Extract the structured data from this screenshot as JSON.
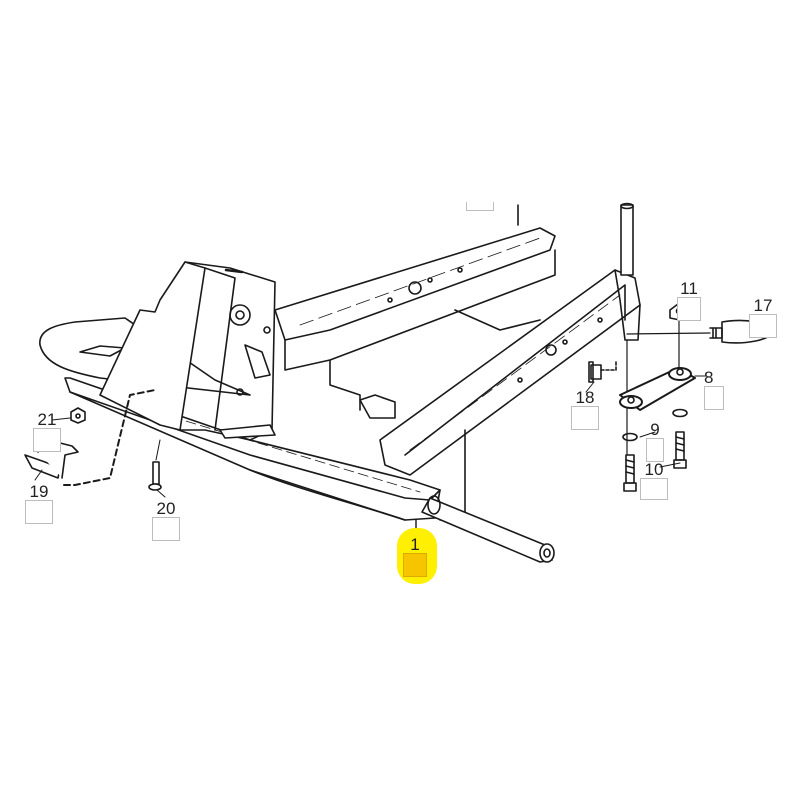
{
  "diagram": {
    "type": "exploded-parts-diagram",
    "subject": "front axle / chassis frame assembly",
    "highlight_color": "#ffef00",
    "highlight_box_color": "#f7c400",
    "line_color": "#1a1a1a",
    "callouts": [
      {
        "id": "c1",
        "label": "1",
        "highlighted": true
      },
      {
        "id": "c8",
        "label": "8"
      },
      {
        "id": "c9",
        "label": "9"
      },
      {
        "id": "c10",
        "label": "10"
      },
      {
        "id": "c11",
        "label": "11"
      },
      {
        "id": "c17",
        "label": "17"
      },
      {
        "id": "c18",
        "label": "18"
      },
      {
        "id": "c19",
        "label": "19"
      },
      {
        "id": "c20",
        "label": "20"
      },
      {
        "id": "c21",
        "label": "21"
      },
      {
        "id": "ctop",
        "label": ""
      }
    ]
  }
}
